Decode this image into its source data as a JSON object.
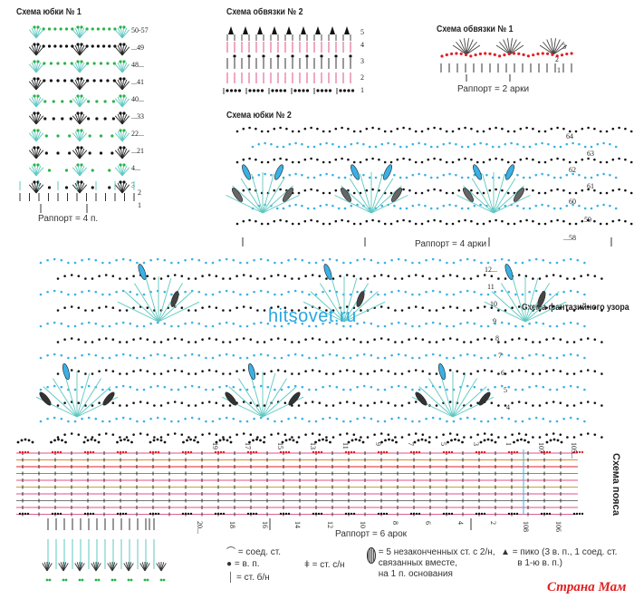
{
  "titles": {
    "skirt1": "Схема юбки № 1",
    "edging2": "Схема обвязки № 2",
    "edging1": "Схема обвязки № 1",
    "skirt2": "Схема юбки № 2",
    "fancy": "Схема фантазийного узора",
    "belt": "Схема пояса"
  },
  "repeats": {
    "skirt1": "Раппорт = 4 п.",
    "edging1": "Раппорт = 2 арки",
    "skirt2": "Раппорт = 4 арки",
    "belt": "Раппорт = 6 арок"
  },
  "row_labels": {
    "skirt1": [
      "50-57",
      "...49",
      "48...",
      "...41",
      "40...",
      "...33",
      "22...",
      "...21",
      "4...",
      "3",
      "2",
      "1"
    ],
    "edging2": [
      "5",
      "4",
      "3",
      "2",
      "1"
    ],
    "edging1": [
      "3",
      "2",
      "1"
    ],
    "skirt2": [
      "64",
      "63",
      "62",
      "61",
      "60",
      "59",
      "...58"
    ],
    "fancy": [
      "12...",
      "11",
      "10",
      "9",
      "8",
      "7",
      "6",
      "5",
      "4"
    ],
    "belt_top": [
      "19",
      "17",
      "15",
      "13",
      "11",
      "9",
      "7",
      "5",
      "3",
      "1",
      "107",
      "105..."
    ],
    "belt_bottom": [
      "20...",
      "18",
      "16",
      "14",
      "12",
      "10",
      "8",
      "6",
      "4",
      "2",
      "108",
      "106"
    ]
  },
  "legend": {
    "slip": "= соед. ст.",
    "chain": "= в. п.",
    "sc": "= ст. б/н",
    "dc": "= ст. с/н",
    "cluster_1": "= 5 незаконченных ст. с 2/н,",
    "cluster_2": "связанных вместе,",
    "cluster_3": "на 1 п. основания",
    "picot_1": "= пико (3 в. п., 1 соед. ст.",
    "picot_2": "в 1-ю в. п.)"
  },
  "watermark": "hitsovet.ru",
  "logo": "Страна Мам",
  "colors": {
    "black": "#111111",
    "green": "#2ab24a",
    "teal": "#5cc8c0",
    "blue": "#3ab0e6",
    "red": "#e0202a",
    "pink": "#e0508a"
  }
}
